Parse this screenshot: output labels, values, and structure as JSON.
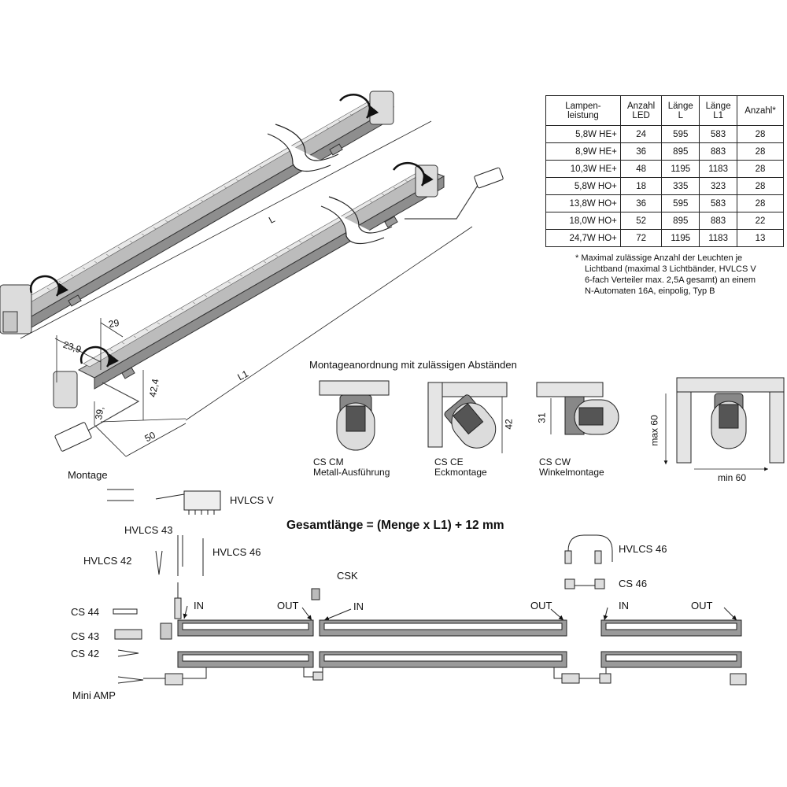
{
  "table": {
    "headers": [
      "Lampen-\nleistung",
      "Anzahl\nLED",
      "Länge\nL",
      "Länge\nL1",
      "Anzahl*"
    ],
    "rows": [
      [
        "5,8W HE+",
        "24",
        "595",
        "583",
        "28"
      ],
      [
        "8,9W HE+",
        "36",
        "895",
        "883",
        "28"
      ],
      [
        "10,3W HE+",
        "48",
        "1195",
        "1183",
        "28"
      ],
      [
        "5,8W HO+",
        "18",
        "335",
        "323",
        "28"
      ],
      [
        "13,8W HO+",
        "36",
        "595",
        "583",
        "28"
      ],
      [
        "18,0W HO+",
        "52",
        "895",
        "883",
        "22"
      ],
      [
        "24,7W HO+",
        "72",
        "1195",
        "1183",
        "13"
      ]
    ]
  },
  "footnote": {
    "line1": "* Maximal zulässige Anzahl der Leuchten je",
    "line2": "Lichtband (maximal 3 Lichtbänder, HVLCS V",
    "line3": "6-fach Verteiler max. 2,5A gesamt) an einem",
    "line4": "N-Automaten 16A, einpolig, Typ B"
  },
  "dimensions": {
    "L": "L",
    "L1": "L1",
    "d29": "29",
    "d23_9": "23,9",
    "d42_4": "42,4",
    "d39": "39,",
    "d50": "50"
  },
  "mounting": {
    "title": "Montageanordnung mit zulässigen Abständen",
    "cs_cm_1": "CS CM",
    "cs_cm_2": "Metall-Ausführung",
    "cs_ce_1": "CS CE",
    "cs_ce_2": "Eckmontage",
    "cs_cw_1": "CS CW",
    "cs_cw_2": "Winkelmontage",
    "dim_42": "42",
    "dim_31": "31",
    "max60": "max 60",
    "min60": "min 60"
  },
  "wiring": {
    "montage": "Montage",
    "hvlcs_v": "HVLCS V",
    "hvlcs_43": "HVLCS 43",
    "hvlcs_42": "HVLCS 42",
    "hvlcs_46_left": "HVLCS 46",
    "hvlcs_46_right": "HVLCS 46",
    "cs_46": "CS 46",
    "csk": "CSK",
    "cs_44": "CS 44",
    "cs_43": "CS 43",
    "cs_42": "CS 42",
    "mini_amp": "Mini AMP",
    "in1": "IN",
    "out1": "OUT",
    "in2": "IN",
    "out2": "OUT",
    "in3": "IN",
    "out3": "OUT",
    "formula": "Gesamtlänge = (Menge x L1) + 12 mm"
  }
}
